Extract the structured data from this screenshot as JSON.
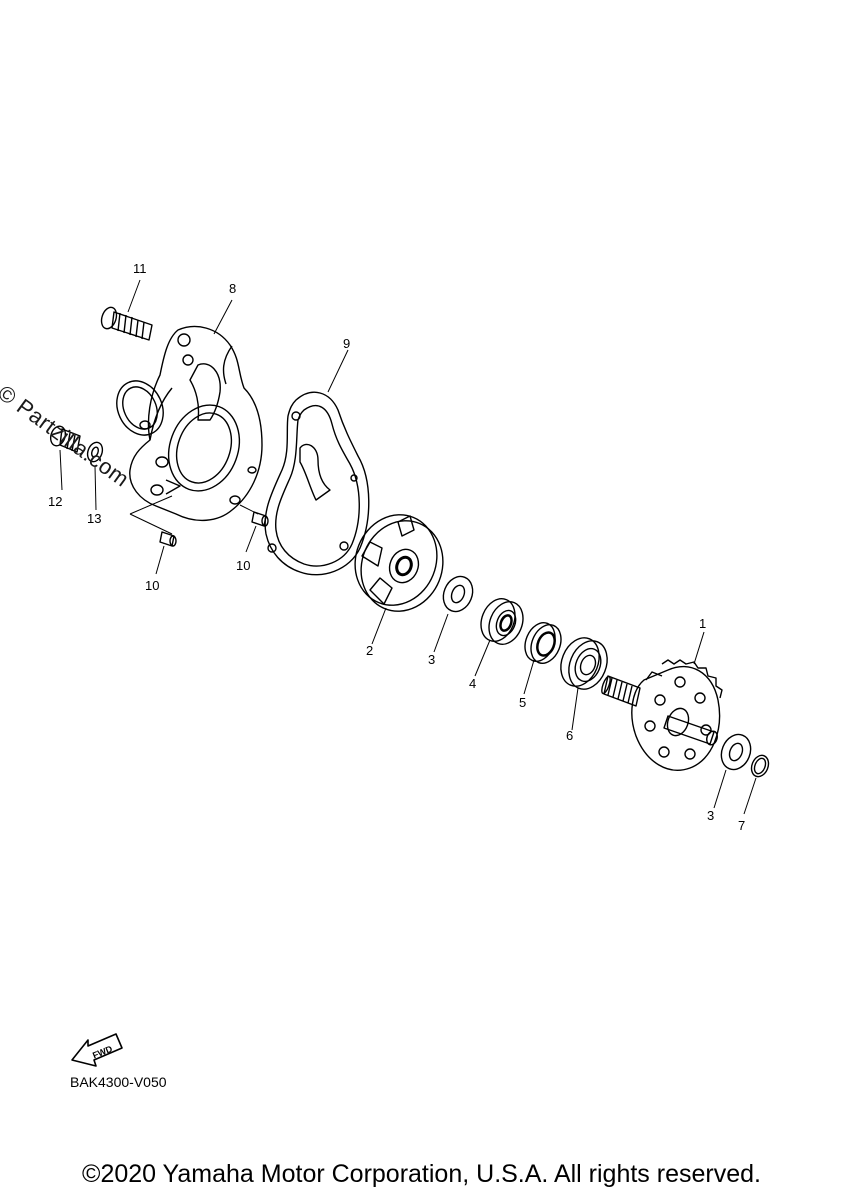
{
  "watermark": "© Partzilla.com",
  "diagram_code": "BAK4300-V050",
  "copyright": "©2020 Yamaha Motor Corporation, U.S.A. All rights reserved.",
  "fwd_label": "FWD",
  "callouts": {
    "c1": "1",
    "c2": "2",
    "c3a": "3",
    "c3b": "3",
    "c4": "4",
    "c5": "5",
    "c6": "6",
    "c7": "7",
    "c8": "8",
    "c9": "9",
    "c10a": "10",
    "c10b": "10",
    "c11": "11",
    "c12": "12",
    "c13": "13"
  }
}
